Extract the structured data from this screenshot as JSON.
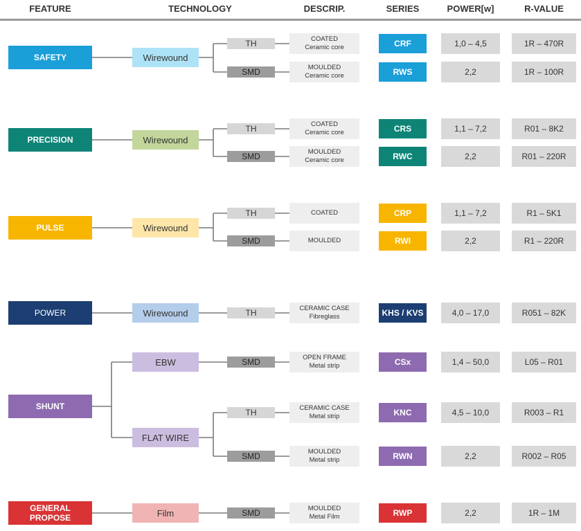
{
  "headers": {
    "feature": "FEATURE",
    "technology": "TECHNOLOGY",
    "description": "DESCRIP.",
    "series": "SERIES",
    "power": "POWER[w]",
    "rvalue": "R-VALUE"
  },
  "colors": {
    "safety": "#1a9fd9",
    "precision": "#0e8477",
    "pulse": "#f7b500",
    "power": "#1c3e72",
    "shunt": "#8e6bb0",
    "general": "#d93335",
    "tech_safety": "#aee3f7",
    "tech_precision": "#c3d69b",
    "tech_pulse": "#fde6a8",
    "tech_power": "#b4cdea",
    "tech_shunt": "#cbbde0",
    "tech_general": "#f1b4b4",
    "line": "#7a7a7a"
  },
  "features": [
    {
      "label": "SAFETY",
      "technologies": [
        {
          "label": "Wirewound",
          "rows": [
            {
              "mount": "TH",
              "desc1": "COATED",
              "desc2": "Ceramic core",
              "series": "CRF",
              "power": "1,0 – 4,5",
              "rvalue": "1R – 470R"
            },
            {
              "mount": "SMD",
              "desc1": "MOULDED",
              "desc2": "Ceramic core",
              "series": "RWS",
              "power": "2,2",
              "rvalue": "1R – 100R"
            }
          ]
        }
      ]
    },
    {
      "label": "PRECISION",
      "technologies": [
        {
          "label": "Wirewound",
          "rows": [
            {
              "mount": "TH",
              "desc1": "COATED",
              "desc2": "Ceramic core",
              "series": "CRS",
              "power": "1,1 – 7,2",
              "rvalue": "R01 – 8K2"
            },
            {
              "mount": "SMD",
              "desc1": "MOULDED",
              "desc2": "Ceramic core",
              "series": "RWC",
              "power": "2,2",
              "rvalue": "R01 – 220R"
            }
          ]
        }
      ]
    },
    {
      "label": "PULSE",
      "technologies": [
        {
          "label": "Wirewound",
          "rows": [
            {
              "mount": "TH",
              "desc1": "COATED",
              "desc2": "",
              "series": "CRP",
              "power": "1,1 – 7,2",
              "rvalue": "R1 – 5K1"
            },
            {
              "mount": "SMD",
              "desc1": "MOULDED",
              "desc2": "",
              "series": "RWI",
              "power": "2,2",
              "rvalue": "R1 – 220R"
            }
          ]
        }
      ]
    },
    {
      "label": "POWER",
      "technologies": [
        {
          "label": "Wirewound",
          "rows": [
            {
              "mount": "TH",
              "desc1": "CERAMIC CASE",
              "desc2": "Fibreglass",
              "series": "KHS / KVS",
              "power": "4,0 – 17,0",
              "rvalue": "R051 – 82K"
            }
          ]
        }
      ]
    },
    {
      "label": "SHUNT",
      "technologies": [
        {
          "label": "EBW",
          "rows": [
            {
              "mount": "SMD",
              "desc1": "OPEN FRAME",
              "desc2": "Metal strip",
              "series": "CSx",
              "power": "1,4 – 50,0",
              "rvalue": "L05 – R01"
            }
          ]
        },
        {
          "label": "FLAT WIRE",
          "rows": [
            {
              "mount": "TH",
              "desc1": "CERAMIC CASE",
              "desc2": "Metal strip",
              "series": "KNC",
              "power": "4,5 – 10,0",
              "rvalue": "R003 – R1"
            },
            {
              "mount": "SMD",
              "desc1": "MOULDED",
              "desc2": "Metal strip",
              "series": "RWN",
              "power": "2,2",
              "rvalue": "R002 – R05"
            }
          ]
        }
      ]
    },
    {
      "label": "GENERAL PROPOSE",
      "technologies": [
        {
          "label": "Film",
          "rows": [
            {
              "mount": "SMD",
              "desc1": "MOULDED",
              "desc2": "Metal Film",
              "series": "RWP",
              "power": "2,2",
              "rvalue": "1R – 1M"
            }
          ]
        }
      ]
    }
  ]
}
